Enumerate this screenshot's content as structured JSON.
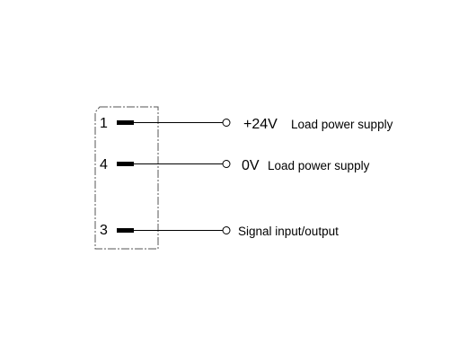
{
  "pins": [
    {
      "number": "1",
      "voltage": "+24V",
      "description": "Load power supply"
    },
    {
      "number": "4",
      "voltage": "0V",
      "description": "Load power supply"
    },
    {
      "number": "3",
      "voltage": "",
      "description": "Signal input/output"
    }
  ],
  "colors": {
    "line": "#000000",
    "connector_box": "#555555",
    "background": "#ffffff"
  }
}
